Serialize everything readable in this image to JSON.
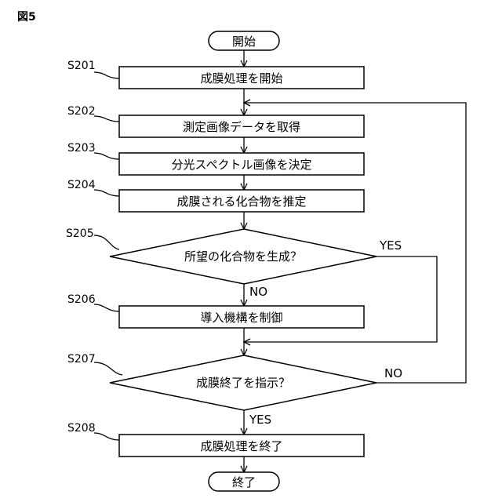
{
  "figure_label": "図5",
  "start": "開始",
  "end": "終了",
  "steps": {
    "s201": {
      "id": "S201",
      "text": "成膜処理を開始"
    },
    "s202": {
      "id": "S202",
      "text": "測定画像データを取得"
    },
    "s203": {
      "id": "S203",
      "text": "分光スペクトル画像を決定"
    },
    "s204": {
      "id": "S204",
      "text": "成膜される化合物を推定"
    },
    "s205": {
      "id": "S205",
      "text": "所望の化合物を生成？"
    },
    "s206": {
      "id": "S206",
      "text": "導入機構を制御"
    },
    "s207": {
      "id": "S207",
      "text": "成膜終了を指示？"
    },
    "s208": {
      "id": "S208",
      "text": "成膜処理を終了"
    }
  },
  "branches": {
    "s205_yes": "YES",
    "s205_no": "NO",
    "s207_yes": "YES",
    "s207_no": "NO"
  }
}
